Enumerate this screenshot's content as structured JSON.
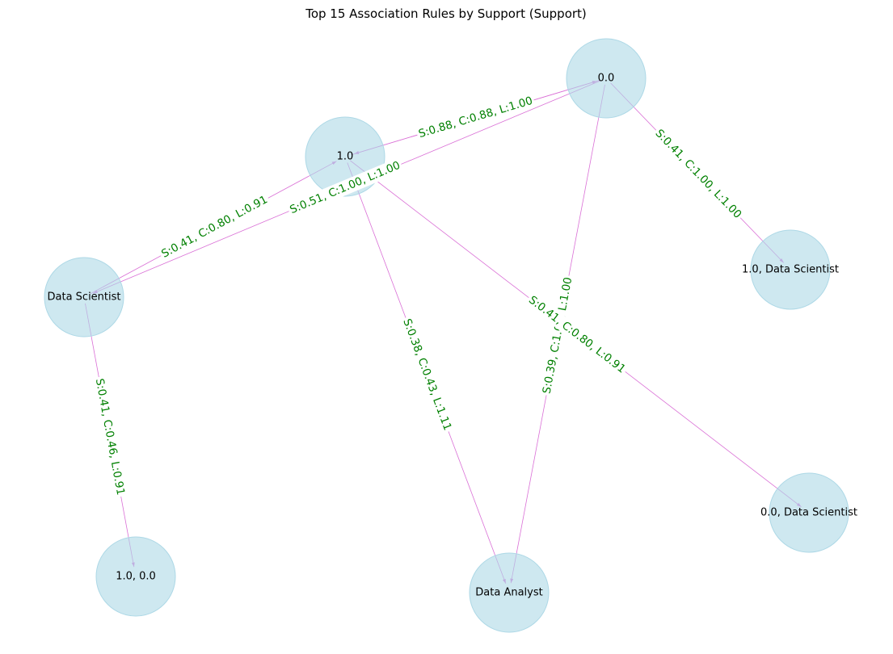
{
  "title": "Top 15 Association Rules by Support (Support)",
  "colors": {
    "node_fill": "#add8e6",
    "edge": "#da70d6",
    "edge_label": "#008000",
    "text": "#000000"
  },
  "nodes": [
    {
      "id": "n00",
      "label": "0.0"
    },
    {
      "id": "n10",
      "label": "1.0"
    },
    {
      "id": "nds",
      "label": "Data Scientist"
    },
    {
      "id": "n10ds",
      "label": "1.0, Data Scientist"
    },
    {
      "id": "n00ds",
      "label": "0.0, Data Scientist"
    },
    {
      "id": "n1000",
      "label": "1.0, 0.0"
    },
    {
      "id": "nda",
      "label": "Data Analyst"
    }
  ],
  "edges": [
    {
      "source": "n00",
      "target": "n10",
      "label": "S:0.88, C:0.88, L:1.00"
    },
    {
      "source": "n10",
      "target": "n00",
      "label": ""
    },
    {
      "source": "n00",
      "target": "nds",
      "label": "S:0.51, C:1.00, L:1.00"
    },
    {
      "source": "nds",
      "target": "n10",
      "label": "S:0.41, C:0.80, L:0.91"
    },
    {
      "source": "n00",
      "target": "n10ds",
      "label": "S:0.41, C:1.00, L:1.00"
    },
    {
      "source": "nds",
      "target": "n1000",
      "label": "S:0.41, C:0.46, L:0.91"
    },
    {
      "source": "n10",
      "target": "nda",
      "label": "S:0.38, C:0.43, L:1.11"
    },
    {
      "source": "n00",
      "target": "nda",
      "label": "S:0.39, C:1.00, L:1.00"
    },
    {
      "source": "n10",
      "target": "n00ds",
      "label": "S:0.41, C:0.80, L:0.91"
    }
  ]
}
